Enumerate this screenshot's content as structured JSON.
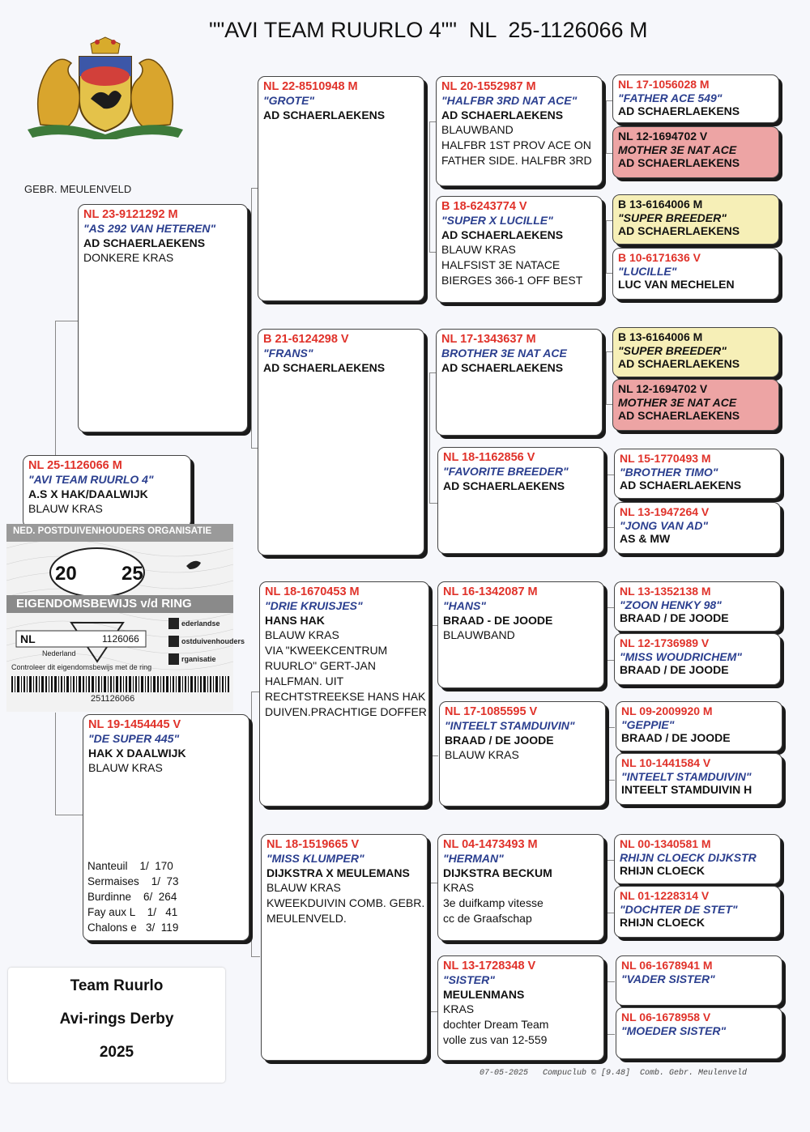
{
  "title": "\"\"AVI TEAM RUURLO 4\"\"  NL  25-1126066 M",
  "breeder": "GEBR. MEULENVELD",
  "pigeons": {
    "subject": {
      "ring": "NL  25-1126066 M",
      "name": "\"AVI TEAM RUURLO 4\"",
      "owner": "A.S X HAK/DAALWIJK",
      "info": [
        "BLAUW KRAS"
      ]
    },
    "father": {
      "ring": "NL  23-9121292 M",
      "name": "\"AS 292 VAN HETEREN\"",
      "owner": "AD SCHAERLAEKENS",
      "info": [
        "DONKERE KRAS"
      ]
    },
    "mother": {
      "ring": "NL  19-1454445 V",
      "name": "\"DE SUPER 445\"",
      "owner": "HAK X DAALWIJK",
      "info": [
        "BLAUW KRAS"
      ]
    },
    "ff": {
      "ring": "NL  22-8510948 M",
      "name": "\"GROTE\"",
      "owner": "AD SCHAERLAEKENS",
      "info": []
    },
    "fm": {
      "ring": "B   21-6124298 V",
      "name": "\"FRANS\"",
      "owner": "AD SCHAERLAEKENS",
      "info": []
    },
    "mf": {
      "ring": "NL  18-1670453 M",
      "name": "\"DRIE KRUISJES\"",
      "owner": "HANS HAK",
      "info": [
        "BLAUW KRAS",
        "VIA \"KWEEKCENTRUM",
        "RUURLO\" GERT-JAN",
        "HALFMAN. UIT",
        "RECHTSTREEKSE HANS HAK",
        "DUIVEN.PRACHTIGE DOFFER"
      ]
    },
    "mm": {
      "ring": "NL  18-1519665 V",
      "name": "\"MISS KLUMPER\"",
      "owner": "DIJKSTRA X MEULEMANS",
      "info": [
        "BLAUW KRAS",
        "KWEEKDUIVIN COMB. GEBR.",
        "MEULENVELD."
      ]
    },
    "fff": {
      "ring": "NL  20-1552987 M",
      "name": "\"HALFBR 3RD NAT ACE\"",
      "owner": "AD SCHAERLAEKENS",
      "info": [
        "BLAUWBAND",
        "HALFBR 1ST PROV ACE ON",
        "FATHER SIDE. HALFBR 3RD"
      ]
    },
    "ffm": {
      "ring": "B   18-6243774 V",
      "name": "\"SUPER  X LUCILLE\"",
      "owner": "AD SCHAERLAEKENS",
      "info": [
        "BLAUW KRAS",
        "HALFSIST 3E NATACE",
        "BIERGES 366-1 OFF BEST"
      ]
    },
    "fmf": {
      "ring": "NL  17-1343637 M",
      "name": "BROTHER 3E NAT ACE",
      "owner": "AD SCHAERLAEKENS",
      "info": []
    },
    "fmm": {
      "ring": "NL  18-1162856 V",
      "name": "\"FAVORITE BREEDER\"",
      "owner": "AD SCHAERLAEKENS",
      "info": []
    },
    "mff": {
      "ring": "NL  16-1342087 M",
      "name": "\"HANS\"",
      "owner": "BRAAD - DE JOODE",
      "info": [
        "BLAUWBAND"
      ]
    },
    "mfm": {
      "ring": "NL  17-1085595 V",
      "name": "\"INTEELT STAMDUIVIN\"",
      "owner": "BRAAD /  DE JOODE",
      "info": [
        "BLAUW KRAS"
      ]
    },
    "mmf": {
      "ring": "NL  04-1473493 M",
      "name": "\"HERMAN\"",
      "owner": "DIJKSTRA BECKUM",
      "info": [
        "KRAS",
        "3e duifkamp vitesse",
        "cc de Graafschap"
      ]
    },
    "mmm": {
      "ring": "NL  13-1728348 V",
      "name": "\"SISTER\"",
      "owner": "MEULENMANS",
      "info": [
        "KRAS",
        "dochter Dream Team",
        "volle zus van 12-559"
      ]
    },
    "g1": {
      "ring": "NL  17-1056028 M",
      "name": "\"FATHER ACE 549\"",
      "owner": "AD SCHAERLAEKENS"
    },
    "g2": {
      "ring": "NL  12-1694702 V",
      "name": "MOTHER 3E NAT ACE",
      "owner": "AD SCHAERLAEKENS"
    },
    "g3": {
      "ring": "B   13-6164006 M",
      "name": "\"SUPER BREEDER\"",
      "owner": "AD SCHAERLAEKENS"
    },
    "g4": {
      "ring": "B   10-6171636 V",
      "name": "\"LUCILLE\"",
      "owner": "LUC VAN MECHELEN"
    },
    "g5": {
      "ring": "B   13-6164006 M",
      "name": "\"SUPER BREEDER\"",
      "owner": "AD SCHAERLAEKENS"
    },
    "g6": {
      "ring": "NL  12-1694702 V",
      "name": "MOTHER 3E NAT ACE",
      "owner": "AD SCHAERLAEKENS"
    },
    "g7": {
      "ring": "NL  15-1770493 M",
      "name": "\"BROTHER TIMO\"",
      "owner": "AD SCHAERLAEKENS"
    },
    "g8": {
      "ring": "NL  13-1947264 V",
      "name": "\"JONG VAN AD\"",
      "owner": "AS & MW"
    },
    "g9": {
      "ring": "NL  13-1352138 M",
      "name": "\"ZOON HENKY 98\"",
      "owner": "BRAAD /  DE JOODE"
    },
    "g10": {
      "ring": "NL  12-1736989 V",
      "name": "\"MISS WOUDRICHEM\"",
      "owner": "BRAAD /  DE JOODE"
    },
    "g11": {
      "ring": "NL  09-2009920 M",
      "name": "\"GEPPIE\"",
      "owner": "BRAAD /  DE JOODE"
    },
    "g12": {
      "ring": "NL  10-1441584 V",
      "name": "\"INTEELT STAMDUIVIN\"",
      "owner": "INTEELT STAMDUIVIN H"
    },
    "g13": {
      "ring": "NL  00-1340581 M",
      "name": "RHIJN CLOECK DIJKSTR",
      "owner": "RHIJN CLOECK"
    },
    "g14": {
      "ring": "NL  01-1228314 V",
      "name": "\"DOCHTER DE STET\"",
      "owner": "RHIJN CLOECK"
    },
    "g15": {
      "ring": "NL  06-1678941 M",
      "name": "\"VADER SISTER\"",
      "owner": ""
    },
    "g16": {
      "ring": "NL  06-1678958 V",
      "name": "\"MOEDER SISTER\"",
      "owner": ""
    }
  },
  "results": [
    "Nanteuil    1/  170",
    "Sermaises    1/  73",
    "Burdinne    6/  264",
    "Fay aux L    1/   41",
    "Chalons e   3/  119"
  ],
  "ring_card": {
    "org": "NED. POSTDUIVENHOUDERS ORGANISATIE",
    "year_left": "20",
    "year_right": "25",
    "banner": "EIGENDOMSBEWIJS v/d RING",
    "country": "NL",
    "number": "1126066",
    "nederland": "Nederland",
    "n_line": "ederlandse",
    "p_line": "ostduivenhouders",
    "o_line": "rganisatie",
    "check": "Controleer dit eigendomsbewijs met de ring",
    "barcode_number": "251126066"
  },
  "label_card": {
    "line1": "Team Ruurlo",
    "line2": "Avi-rings Derby",
    "line3": "2025"
  },
  "footer": "07-05-2025   Compuclub © [9.48]  Comb. Gebr. Meulenveld",
  "colors": {
    "ring": "#e0322a",
    "name": "#2b3f8f",
    "yellow": "#f6efb7",
    "red": "#eda4a4"
  }
}
